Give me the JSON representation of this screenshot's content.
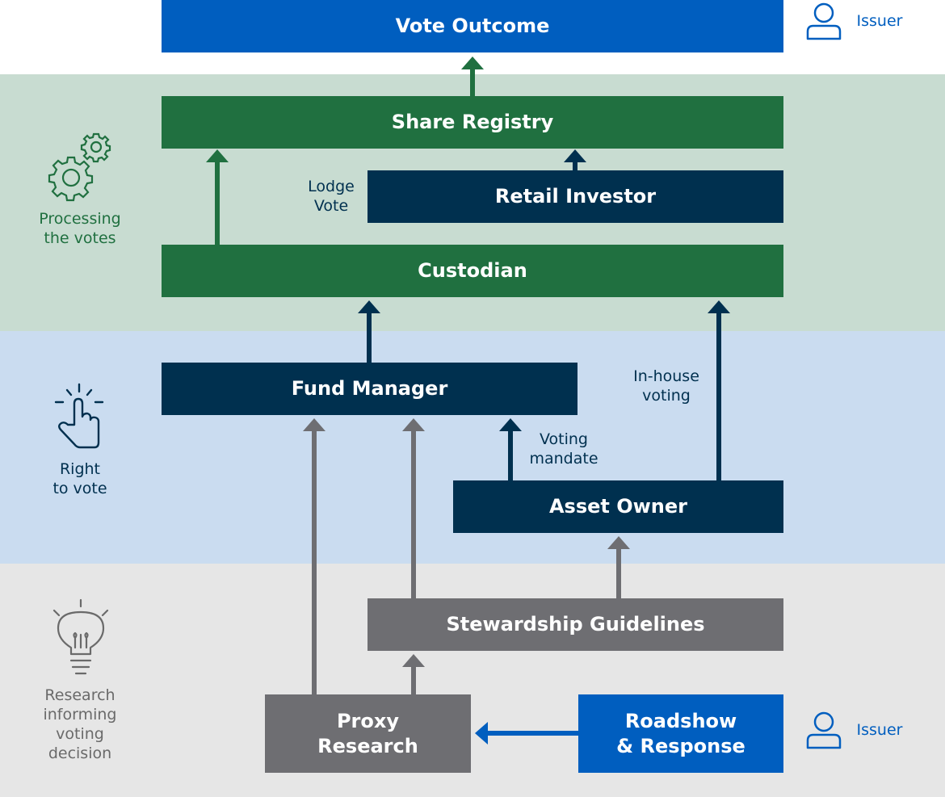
{
  "boxes": {
    "vote_outcome": "Vote Outcome",
    "share_registry": "Share Registry",
    "retail_investor": "Retail Investor",
    "custodian": "Custodian",
    "fund_manager": "Fund Manager",
    "asset_owner": "Asset Owner",
    "stewardship_guidelines": "Stewardship Guidelines",
    "proxy_research": "Proxy\nResearch",
    "roadshow_response": "Roadshow\n& Response"
  },
  "labels": {
    "lodge_vote": "Lodge\nVote",
    "in_house_voting": "In-house\nvoting",
    "voting_mandate": "Voting\nmandate",
    "issuer_top": "Issuer",
    "issuer_bottom": "Issuer"
  },
  "sections": {
    "processing": "Processing\nthe votes",
    "right_to_vote": "Right\nto vote",
    "research": "Research\ninforming\nvoting\ndecision"
  },
  "icons": [
    "person-icon",
    "gears-icon",
    "touch-hand-icon",
    "lightbulb-icon"
  ],
  "colors": {
    "issuer_blue": "#005ebf",
    "processing_green": "#207040",
    "voting_navy": "#00304f",
    "research_grey": "#6e6e72",
    "band_green": "#c8dcd1",
    "band_blue": "#cadcf0",
    "band_grey": "#e6e6e6"
  }
}
